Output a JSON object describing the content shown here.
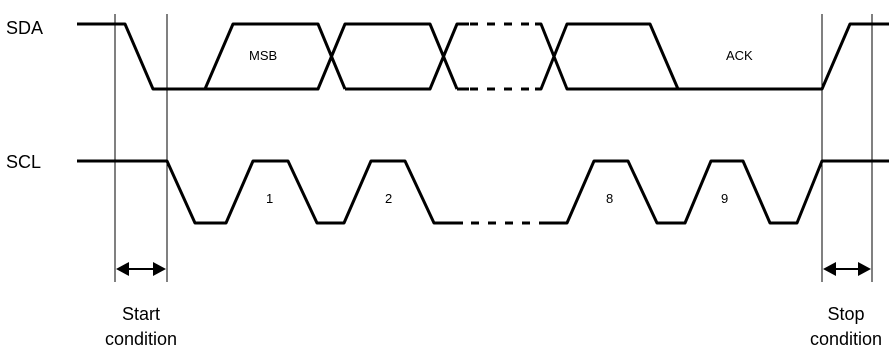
{
  "signals": {
    "sda": "SDA",
    "scl": "SCL"
  },
  "sda_labels": {
    "msb": "MSB",
    "ack": "ACK"
  },
  "clock_pulses": [
    "1",
    "2",
    "8",
    "9"
  ],
  "conditions": {
    "start_line1": "Start",
    "start_line2": "condition",
    "stop_line1": "Stop",
    "stop_line2": "condition"
  },
  "colors": {
    "line": "#000000",
    "background": "#ffffff"
  }
}
